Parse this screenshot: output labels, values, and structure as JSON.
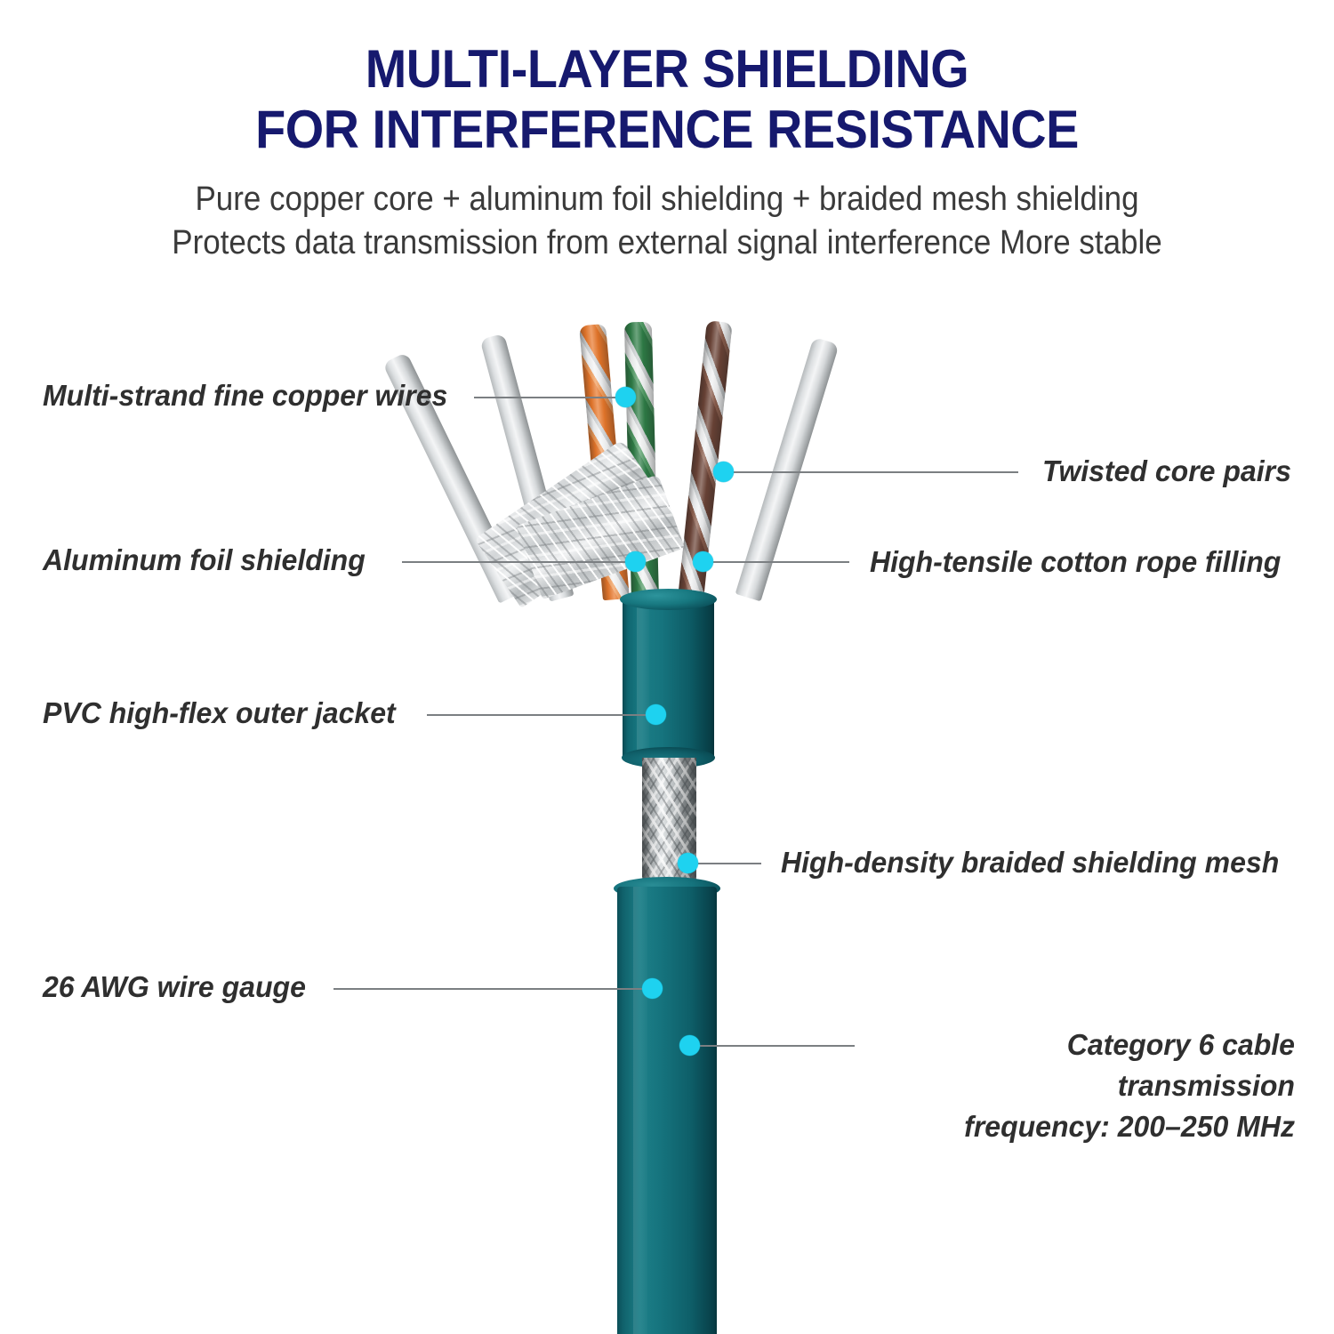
{
  "header": {
    "title": "MULTI-LAYER SHIELDING\nFOR INTERFERENCE RESISTANCE",
    "subtitle": "Pure copper core + aluminum foil shielding + braided mesh shielding\nProtects data transmission from external signal interference More stable",
    "title_color": "#16196E",
    "subtitle_color": "#3A3A3A"
  },
  "callouts": {
    "multi_strand": "Multi-strand fine copper wires",
    "aluminum_foil": "Aluminum foil shielding",
    "pvc_jacket": "PVC high-flex outer jacket",
    "awg": "26 AWG wire gauge",
    "twisted_pairs": "Twisted core pairs",
    "cotton_rope": "High-tensile cotton rope filling",
    "braided_mesh": "High-density braided shielding mesh",
    "category6": "Category 6 cable transmission\nfrequency: 200–250 MHz"
  },
  "colors": {
    "jacket_teal": "#15737D",
    "callout_dot": "#1ED2F0",
    "leader_line": "#7B7F82",
    "label_text": "#2F2F2F",
    "foil_silver": "#D9DDDF",
    "wire_orange": "#E8772A",
    "wire_green": "#2E7D46",
    "wire_brown": "#6B4336",
    "rope_gray": "#DCDFE1"
  },
  "diagram": {
    "product": "Cat 6 shielded ethernet cable cutaway",
    "layers": [
      "Multi-strand fine copper wires",
      "Twisted core pairs",
      "High-tensile cotton rope filling",
      "Aluminum foil shielding",
      "High-density braided shielding mesh",
      "PVC high-flex outer jacket"
    ]
  }
}
